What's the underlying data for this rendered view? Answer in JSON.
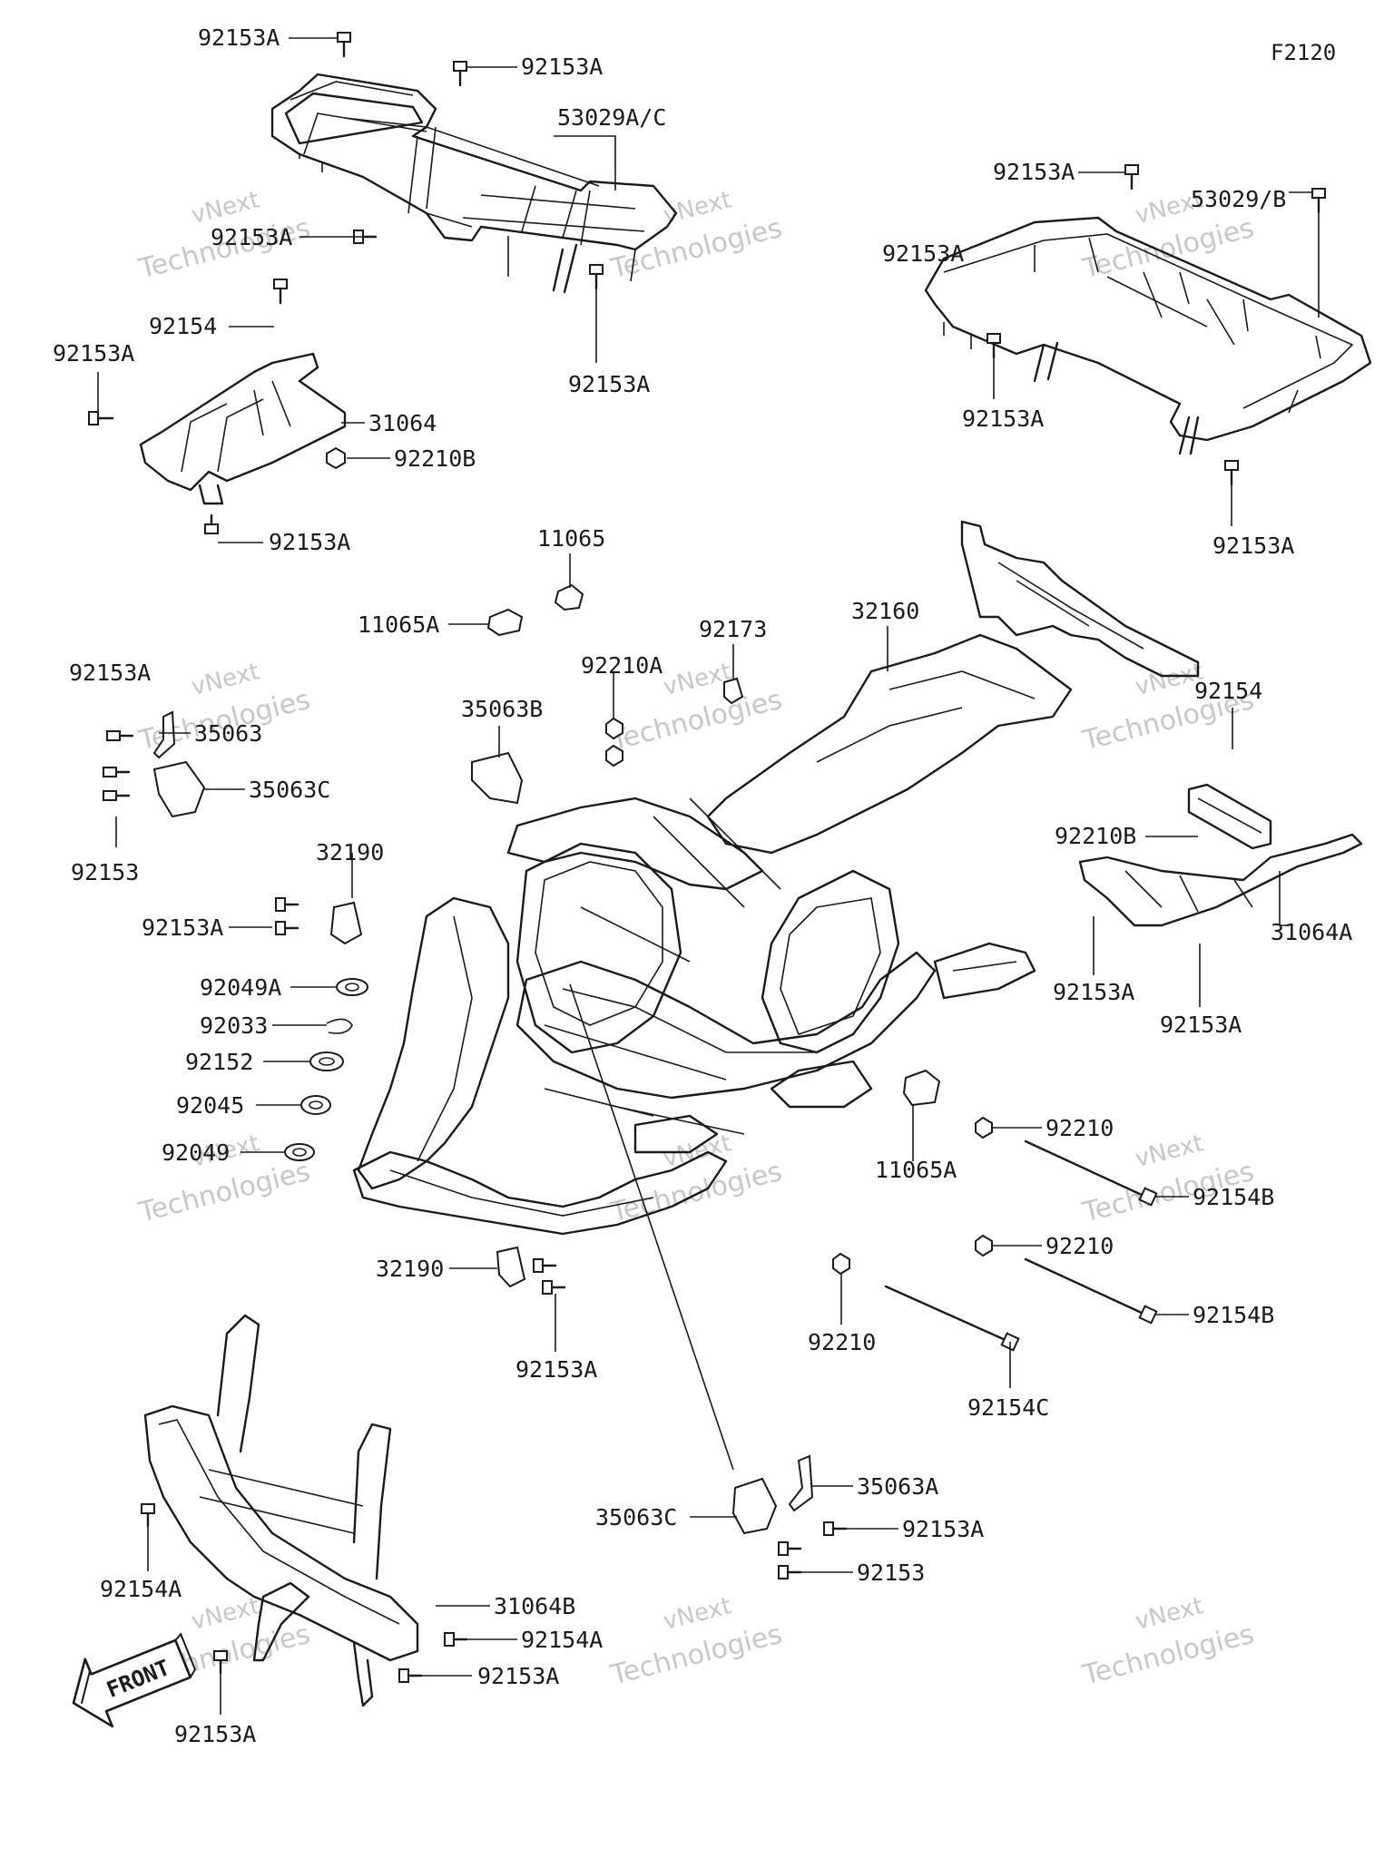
{
  "diagram_code": "F2120",
  "watermark": {
    "line1": "vNext",
    "line2": "Technologies",
    "line3": "vNext Technologies"
  },
  "front_arrow_label": "FRONT",
  "callouts": [
    {
      "id": "c01",
      "text": "92153A"
    },
    {
      "id": "c02",
      "text": "92153A"
    },
    {
      "id": "c03",
      "text": "53029A/C"
    },
    {
      "id": "c04",
      "text": "92153A"
    },
    {
      "id": "c05",
      "text": "92154"
    },
    {
      "id": "c06",
      "text": "92153A"
    },
    {
      "id": "c07",
      "text": "92153A"
    },
    {
      "id": "c08",
      "text": "31064"
    },
    {
      "id": "c09",
      "text": "92210B"
    },
    {
      "id": "c10",
      "text": "92153A"
    },
    {
      "id": "c11",
      "text": "92153A"
    },
    {
      "id": "c12",
      "text": "53029/B"
    },
    {
      "id": "c13",
      "text": "92153A"
    },
    {
      "id": "c14",
      "text": "92153A"
    },
    {
      "id": "c15",
      "text": "92153A"
    },
    {
      "id": "c16",
      "text": "11065"
    },
    {
      "id": "c17",
      "text": "11065A"
    },
    {
      "id": "c18",
      "text": "92173"
    },
    {
      "id": "c19",
      "text": "32160"
    },
    {
      "id": "c20",
      "text": "92210A"
    },
    {
      "id": "c21",
      "text": "92153A"
    },
    {
      "id": "c22",
      "text": "35063"
    },
    {
      "id": "c23",
      "text": "35063B"
    },
    {
      "id": "c24",
      "text": "35063C"
    },
    {
      "id": "c25",
      "text": "92153"
    },
    {
      "id": "c26",
      "text": "92154"
    },
    {
      "id": "c27",
      "text": "92210B"
    },
    {
      "id": "c28",
      "text": "31064A"
    },
    {
      "id": "c29",
      "text": "92153A"
    },
    {
      "id": "c30",
      "text": "92153A"
    },
    {
      "id": "c31",
      "text": "32190"
    },
    {
      "id": "c32",
      "text": "92153A"
    },
    {
      "id": "c33",
      "text": "92049A"
    },
    {
      "id": "c34",
      "text": "92033"
    },
    {
      "id": "c35",
      "text": "92152"
    },
    {
      "id": "c36",
      "text": "92045"
    },
    {
      "id": "c37",
      "text": "92049"
    },
    {
      "id": "c38",
      "text": "11065A"
    },
    {
      "id": "c39",
      "text": "92210"
    },
    {
      "id": "c40",
      "text": "92154B"
    },
    {
      "id": "c41",
      "text": "92210"
    },
    {
      "id": "c42",
      "text": "32190"
    },
    {
      "id": "c43",
      "text": "92153A"
    },
    {
      "id": "c44",
      "text": "92210"
    },
    {
      "id": "c45",
      "text": "92154B"
    },
    {
      "id": "c46",
      "text": "92154C"
    },
    {
      "id": "c47",
      "text": "35063A"
    },
    {
      "id": "c48",
      "text": "35063C"
    },
    {
      "id": "c49",
      "text": "92153A"
    },
    {
      "id": "c50",
      "text": "92153"
    },
    {
      "id": "c51",
      "text": "92154A"
    },
    {
      "id": "c52",
      "text": "31064B"
    },
    {
      "id": "c53",
      "text": "92154A"
    },
    {
      "id": "c54",
      "text": "92153A"
    },
    {
      "id": "c55",
      "text": "92153A"
    }
  ]
}
